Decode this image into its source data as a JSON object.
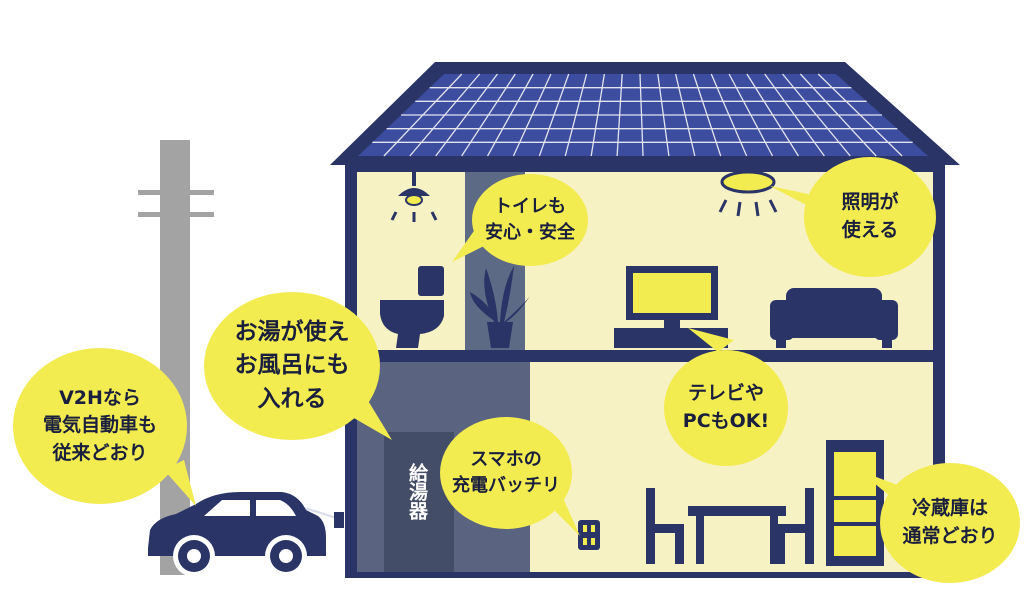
{
  "colors": {
    "house_navy": "#2a3466",
    "wall_cream": "#f6f2c3",
    "bubble_yellow": "#f3ec50",
    "bubble_text": "#1a1f3d",
    "pole_gray": "#a3a3a3",
    "water_heater": "#434d68"
  },
  "bubbles": {
    "toilet": {
      "line1": "トイレも",
      "line2": "安心・安全"
    },
    "lighting": {
      "line1": "照明が",
      "line2": "使える"
    },
    "bath": {
      "line1": "お湯が使え",
      "line2": "お風呂にも",
      "line3": "入れる"
    },
    "tv": {
      "line1": "テレビや",
      "line2": "PCもOK!"
    },
    "v2h": {
      "line1": "V2Hなら",
      "line2": "電気自動車も",
      "line3": "従来どおり"
    },
    "smartphone": {
      "line1": "スマホの",
      "line2": "充電バッチリ"
    },
    "fridge": {
      "line1": "冷蔵庫は",
      "line2": "通常どおり"
    }
  },
  "water_heater": {
    "label": "給湯器"
  },
  "icons": [
    "solar-panel-icon",
    "pendant-lamp-icon",
    "ceiling-light-icon",
    "toilet-icon",
    "plant-icon",
    "tv-icon",
    "sofa-icon",
    "dining-set-icon",
    "refrigerator-icon",
    "outlet-icon",
    "electric-car-icon",
    "utility-pole-icon"
  ]
}
